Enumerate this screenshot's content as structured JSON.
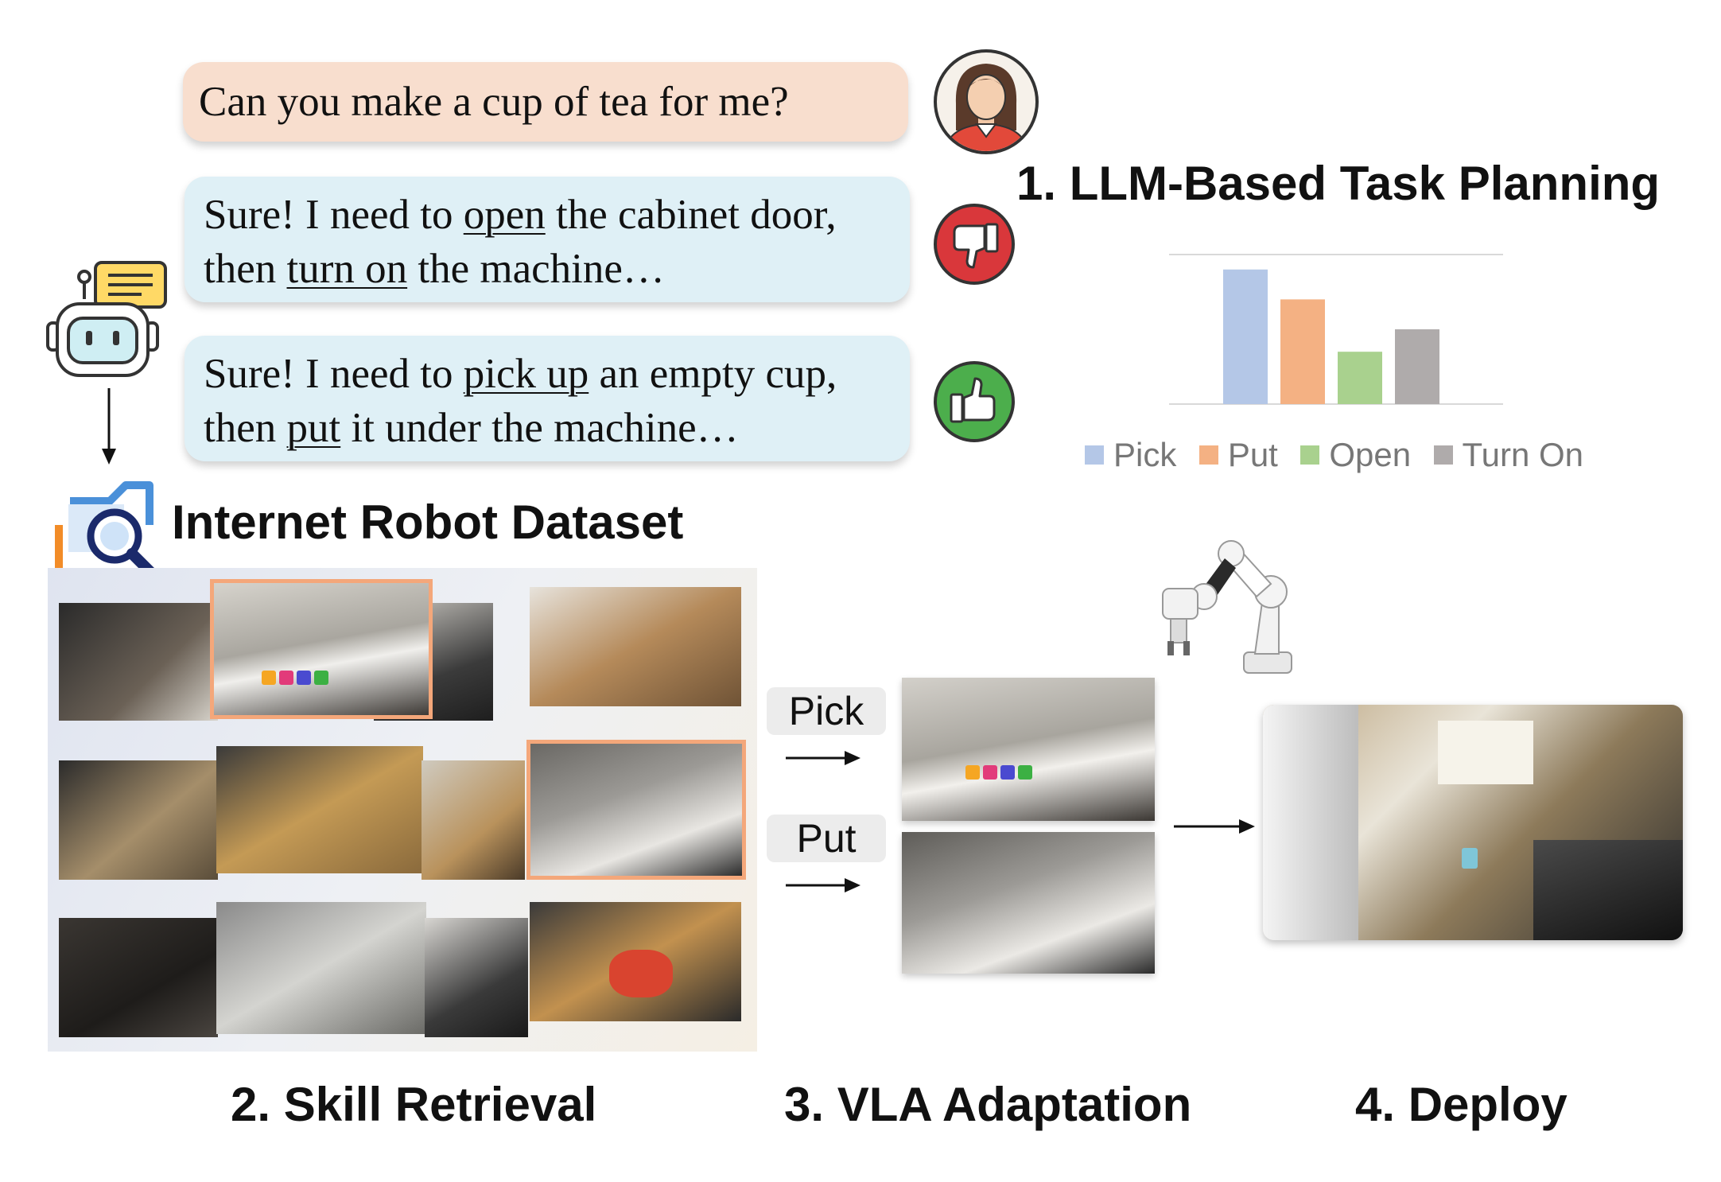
{
  "dialog": {
    "user_message": "Can you make a cup of tea for me?",
    "bad_reply": {
      "line1_a": "Sure! I need to ",
      "line1_skill": "open",
      "line1_b": " the cabinet door,",
      "line2_a": "then ",
      "line2_skill": "turn on",
      "line2_b": " the machine…"
    },
    "good_reply": {
      "line1_a": "Sure! I need to ",
      "line1_skill": "pick up",
      "line1_b": " an empty cup,",
      "line2_a": "then ",
      "line2_skill": "put",
      "line2_b": " it under the machine…"
    }
  },
  "section_titles": {
    "planning": "1. LLM-Based Task Planning",
    "dataset": "Internet Robot Dataset",
    "retrieval": "2. Skill Retrieval",
    "adaptation": "3. VLA Adaptation",
    "deploy": "4. Deploy"
  },
  "skills": {
    "pick": "Pick",
    "put": "Put"
  },
  "colors": {
    "user_bubble": "#f8dece",
    "bot_bubble": "#dff0f6",
    "thumbs_down": "#d9373b",
    "thumbs_up": "#4cae4c",
    "highlight": "#f4a77a"
  },
  "icons": [
    "user-avatar-icon",
    "thumbs-down-icon",
    "thumbs-up-icon",
    "robot-chat-icon",
    "dataset-search-icon",
    "robot-arm-icon"
  ],
  "chart_data": {
    "type": "bar",
    "categories": [
      "Pick",
      "Put",
      "Open",
      "Turn On"
    ],
    "values": [
      9,
      7,
      3.5,
      5
    ],
    "colors": [
      "#b4c7e7",
      "#f4b183",
      "#a9d18e",
      "#afabab"
    ],
    "ylim": [
      0,
      10
    ],
    "grid": true,
    "legend": [
      "Pick",
      "Put",
      "Open",
      "Turn On"
    ],
    "legend_position": "bottom"
  }
}
